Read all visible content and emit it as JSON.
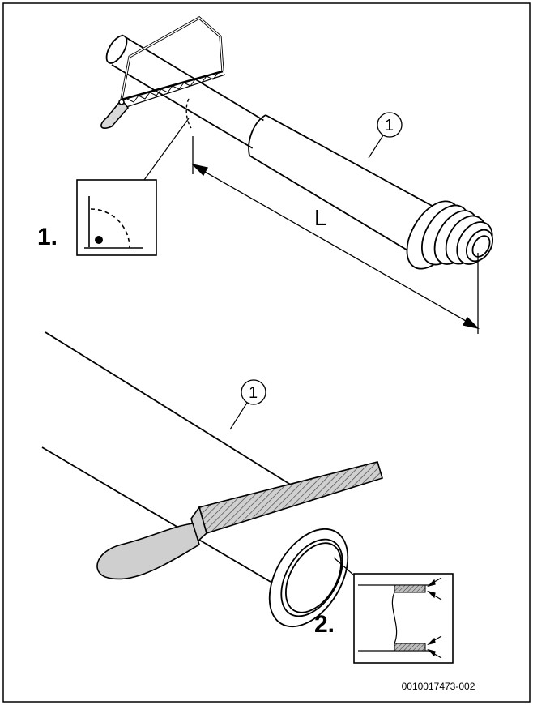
{
  "figure_id": "0010017473-002",
  "steps": [
    {
      "label": "1."
    },
    {
      "label": "2."
    }
  ],
  "callouts": [
    {
      "number": "1"
    },
    {
      "number": "1"
    }
  ],
  "dimension_label": "L",
  "icons": {
    "saw": "hacksaw-icon",
    "file": "file-tool-icon",
    "square": "right-angle-cut-icon",
    "deburr": "deburr-detail-icon"
  }
}
